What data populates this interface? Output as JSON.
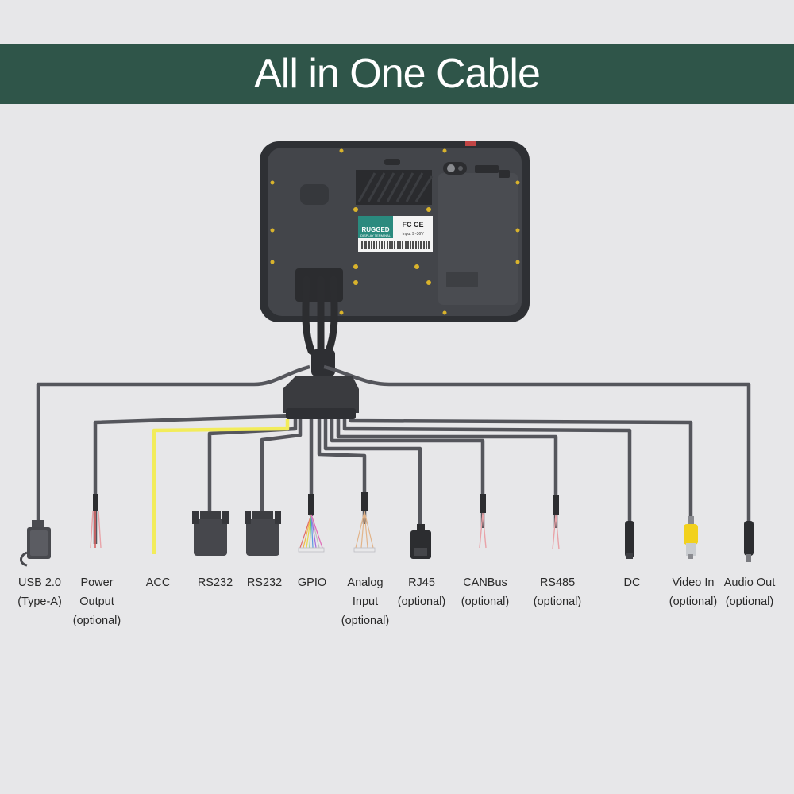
{
  "title": "All in One Cable",
  "device_label": {
    "badge": "RUGGED",
    "sub": "DISPLAY TERMINAL",
    "cert": "FC CE",
    "spec": "Input 9~36V"
  },
  "connectors": [
    {
      "id": "usb",
      "lines": [
        "USB 2.0",
        "(Type-A)"
      ]
    },
    {
      "id": "power",
      "lines": [
        "Power",
        "Output",
        "(optional)"
      ]
    },
    {
      "id": "acc",
      "lines": [
        "ACC"
      ]
    },
    {
      "id": "rs232a",
      "lines": [
        "RS232"
      ]
    },
    {
      "id": "rs232b",
      "lines": [
        "RS232"
      ]
    },
    {
      "id": "gpio",
      "lines": [
        "GPIO"
      ]
    },
    {
      "id": "analog",
      "lines": [
        "Analog",
        "Input",
        "(optional)"
      ]
    },
    {
      "id": "rj45",
      "lines": [
        "RJ45",
        "(optional)"
      ]
    },
    {
      "id": "canbus",
      "lines": [
        "CANBus",
        "(optional)"
      ]
    },
    {
      "id": "rs485",
      "lines": [
        "RS485",
        "(optional)"
      ]
    },
    {
      "id": "dc",
      "lines": [
        "DC"
      ]
    },
    {
      "id": "video",
      "lines": [
        "Video In",
        "(optional)"
      ]
    },
    {
      "id": "audio",
      "lines": [
        "Audio Out",
        "(optional)"
      ]
    }
  ],
  "colors": {
    "banner": "#2f5549",
    "cable": "#55565c",
    "acc_wire": "#f2ec5a",
    "device": "#3c3e42",
    "label_teal": "#2a8a7e",
    "rca_yellow": "#f2d11c"
  }
}
